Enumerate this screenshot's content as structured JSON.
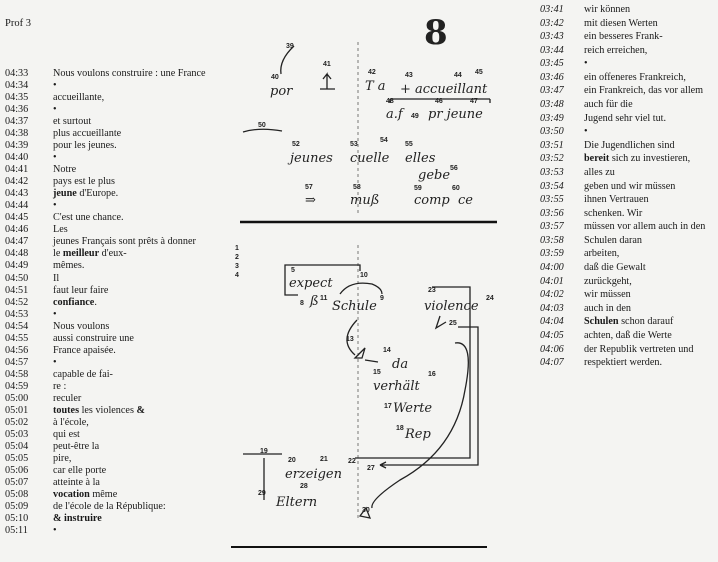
{
  "header": {
    "title": "Prof 3",
    "page_number": "8"
  },
  "left_transcript": [
    {
      "time": "04:33",
      "segments": [
        {
          "t": "Nous voulons construire : une France"
        }
      ]
    },
    {
      "time": "04:34",
      "segments": [
        {
          "t": "•"
        }
      ]
    },
    {
      "time": "04:35",
      "segments": [
        {
          "t": "accueillante,"
        }
      ]
    },
    {
      "time": "04:36",
      "segments": [
        {
          "t": "•"
        }
      ]
    },
    {
      "time": "04:37",
      "segments": [
        {
          "t": "et surtout"
        }
      ]
    },
    {
      "time": "04:38",
      "segments": [
        {
          "t": "plus accueillante"
        }
      ]
    },
    {
      "time": "04:39",
      "segments": [
        {
          "t": "pour les jeunes."
        }
      ]
    },
    {
      "time": "04:40",
      "segments": [
        {
          "t": "•"
        }
      ]
    },
    {
      "time": "04:41",
      "segments": [
        {
          "t": "Notre"
        }
      ]
    },
    {
      "time": "04:42",
      "segments": [
        {
          "t": "pays est le plus"
        }
      ]
    },
    {
      "time": "04:43",
      "segments": [
        {
          "t": "jeune",
          "b": true
        },
        {
          "t": " d'Europe."
        }
      ]
    },
    {
      "time": "04:44",
      "segments": [
        {
          "t": "•"
        }
      ]
    },
    {
      "time": "04:45",
      "segments": [
        {
          "t": "C'est une chance."
        }
      ]
    },
    {
      "time": "04:46",
      "segments": [
        {
          "t": "Les"
        }
      ]
    },
    {
      "time": "04:47",
      "segments": [
        {
          "t": "jeunes Français sont prêts à donner"
        }
      ]
    },
    {
      "time": "04:48",
      "segments": [
        {
          "t": "le "
        },
        {
          "t": "meilleur",
          "b": true
        },
        {
          "t": " d'eux-"
        }
      ]
    },
    {
      "time": "04:49",
      "segments": [
        {
          "t": "mêmes."
        }
      ]
    },
    {
      "time": "04:50",
      "segments": [
        {
          "t": "Il"
        }
      ]
    },
    {
      "time": "04:51",
      "segments": [
        {
          "t": "faut leur faire"
        }
      ]
    },
    {
      "time": "04:52",
      "segments": [
        {
          "t": "confiance",
          "b": true
        },
        {
          "t": "."
        }
      ]
    },
    {
      "time": "04:53",
      "segments": [
        {
          "t": "•"
        }
      ]
    },
    {
      "time": "04:54",
      "segments": [
        {
          "t": "Nous voulons"
        }
      ]
    },
    {
      "time": "04:55",
      "segments": [
        {
          "t": "aussi construire une"
        }
      ]
    },
    {
      "time": "04:56",
      "segments": [
        {
          "t": "France apaisée."
        }
      ]
    },
    {
      "time": "04:57",
      "segments": [
        {
          "t": "•"
        }
      ]
    },
    {
      "time": "04:58",
      "segments": [
        {
          "t": "capable de fai-"
        }
      ]
    },
    {
      "time": "04:59",
      "segments": [
        {
          "t": "re :"
        }
      ]
    },
    {
      "time": "05:00",
      "segments": [
        {
          "t": "reculer"
        }
      ]
    },
    {
      "time": "05:01",
      "segments": [
        {
          "t": "toutes",
          "b": true
        },
        {
          "t": " les violences "
        },
        {
          "t": "&",
          "b": true
        }
      ]
    },
    {
      "time": "05:02",
      "segments": [
        {
          "t": "à l'école,"
        }
      ]
    },
    {
      "time": "05:03",
      "segments": [
        {
          "t": "qui est"
        }
      ]
    },
    {
      "time": "05:04",
      "segments": [
        {
          "t": "peut-être la"
        }
      ]
    },
    {
      "time": "05:05",
      "segments": [
        {
          "t": "pire,"
        }
      ]
    },
    {
      "time": "05:06",
      "segments": [
        {
          "t": "car elle porte"
        }
      ]
    },
    {
      "time": "05:07",
      "segments": [
        {
          "t": "atteinte à la"
        }
      ]
    },
    {
      "time": "05:08",
      "segments": [
        {
          "t": "vocation",
          "b": true
        },
        {
          "t": " même"
        }
      ]
    },
    {
      "time": "05:09",
      "segments": [
        {
          "t": "de l'école de la République:"
        }
      ]
    },
    {
      "time": "05:10",
      "segments": [
        {
          "t": "& instruire",
          "b": true
        }
      ]
    },
    {
      "time": "05:11",
      "segments": [
        {
          "t": "•"
        }
      ]
    }
  ],
  "right_transcript": [
    {
      "time": "03:41",
      "segments": [
        {
          "t": "wir können"
        }
      ]
    },
    {
      "time": "03:42",
      "segments": [
        {
          "t": "mit diesen Werten"
        }
      ]
    },
    {
      "time": "03:43",
      "segments": [
        {
          "t": "ein besseres Frank-"
        }
      ]
    },
    {
      "time": "03:44",
      "segments": [
        {
          "t": "reich erreichen,"
        }
      ]
    },
    {
      "time": "03:45",
      "segments": [
        {
          "t": "•"
        }
      ]
    },
    {
      "time": "03:46",
      "segments": [
        {
          "t": "ein offeneres Frankreich,"
        }
      ]
    },
    {
      "time": "03:47",
      "segments": [
        {
          "t": "ein Frankreich, das vor allem"
        }
      ]
    },
    {
      "time": "03:48",
      "segments": [
        {
          "t": "auch für die"
        }
      ]
    },
    {
      "time": "03:49",
      "segments": [
        {
          "t": "Jugend sehr viel tut."
        }
      ]
    },
    {
      "time": "03:50",
      "segments": [
        {
          "t": "•"
        }
      ]
    },
    {
      "time": "03:51",
      "segments": [
        {
          "t": "Die Jugendlichen sind"
        }
      ]
    },
    {
      "time": "03:52",
      "segments": [
        {
          "t": "bereit",
          "b": true
        },
        {
          "t": " sich zu investieren,"
        }
      ]
    },
    {
      "time": "03:53",
      "segments": [
        {
          "t": "alles zu"
        }
      ]
    },
    {
      "time": "03:54",
      "segments": [
        {
          "t": "geben und wir müssen"
        }
      ]
    },
    {
      "time": "03:55",
      "segments": [
        {
          "t": "ihnen Vertrauen"
        }
      ]
    },
    {
      "time": "03:56",
      "segments": [
        {
          "t": "schenken. Wir"
        }
      ]
    },
    {
      "time": "03:57",
      "segments": [
        {
          "t": "müssen vor allem auch in den"
        }
      ]
    },
    {
      "time": "03:58",
      "segments": [
        {
          "t": "Schulen daran"
        }
      ]
    },
    {
      "time": "03:59",
      "segments": [
        {
          "t": "arbeiten,"
        }
      ]
    },
    {
      "time": "04:00",
      "segments": [
        {
          "t": "daß die Gewalt"
        }
      ]
    },
    {
      "time": "04:01",
      "segments": [
        {
          "t": "zurückgeht,"
        }
      ]
    },
    {
      "time": "04:02",
      "segments": [
        {
          "t": "wir müssen"
        }
      ]
    },
    {
      "time": "04:03",
      "segments": [
        {
          "t": "auch in den"
        }
      ]
    },
    {
      "time": "04:04",
      "segments": [
        {
          "t": "Schulen",
          "b": true
        },
        {
          "t": " schon darauf"
        }
      ]
    },
    {
      "time": "04:05",
      "segments": [
        {
          "t": "achten, daß die Werte"
        }
      ]
    },
    {
      "time": "04:06",
      "segments": [
        {
          "t": "der Republik vertreten und"
        }
      ]
    },
    {
      "time": "04:07",
      "segments": [
        {
          "t": "respektiert werden."
        }
      ]
    }
  ],
  "notes_top": {
    "words": [
      "por",
      "T a",
      "+ accueillant",
      "a.f",
      "pr jeune",
      "jeunes",
      "cuelle",
      "elles",
      "gebe",
      "⇒",
      "muß",
      "comp",
      "ce"
    ],
    "numbers": [
      "39",
      "40",
      "41",
      "42",
      "43",
      "44",
      "45",
      "46",
      "47",
      "48",
      "49",
      "50",
      "52",
      "53",
      "54",
      "55",
      "56",
      "57",
      "58",
      "59",
      "60"
    ]
  },
  "notes_bottom": {
    "words": [
      "expect",
      "ß",
      "Schule",
      "da",
      "verhält",
      "Werte",
      "Rep",
      "violence",
      "erzeigen",
      "Eltern"
    ],
    "numbers": [
      "1",
      "2",
      "3",
      "4",
      "5",
      "8",
      "9",
      "10",
      "11",
      "13",
      "14",
      "15",
      "16",
      "17",
      "18",
      "19",
      "20",
      "21",
      "22",
      "23",
      "24",
      "25",
      "27",
      "28",
      "29",
      "30"
    ]
  }
}
